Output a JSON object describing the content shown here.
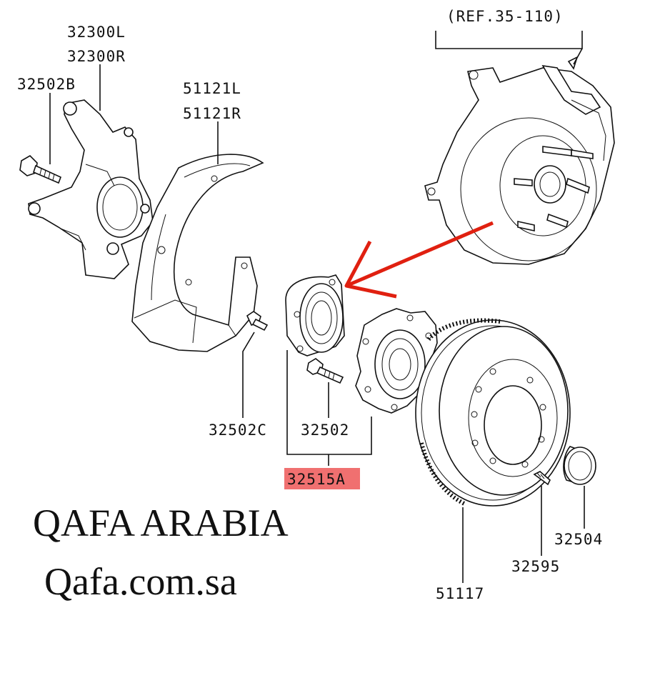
{
  "diagram": {
    "ref_label": "(REF.35-110)",
    "labels": {
      "knuckle_left": "32300L",
      "knuckle_right": "32300R",
      "bolt_b": "32502B",
      "shield_left": "51121L",
      "shield_right": "51121R",
      "bolt_c": "32502C",
      "bolt": "32502",
      "hub_assembly": "32515A",
      "rotor": "51117",
      "screw": "32595",
      "cap": "32504"
    },
    "highlight_color": "#f07070",
    "arrow_color": "#e02010"
  },
  "watermark": {
    "name": "QAFA ARABIA",
    "site": "Qafa.com.sa"
  }
}
